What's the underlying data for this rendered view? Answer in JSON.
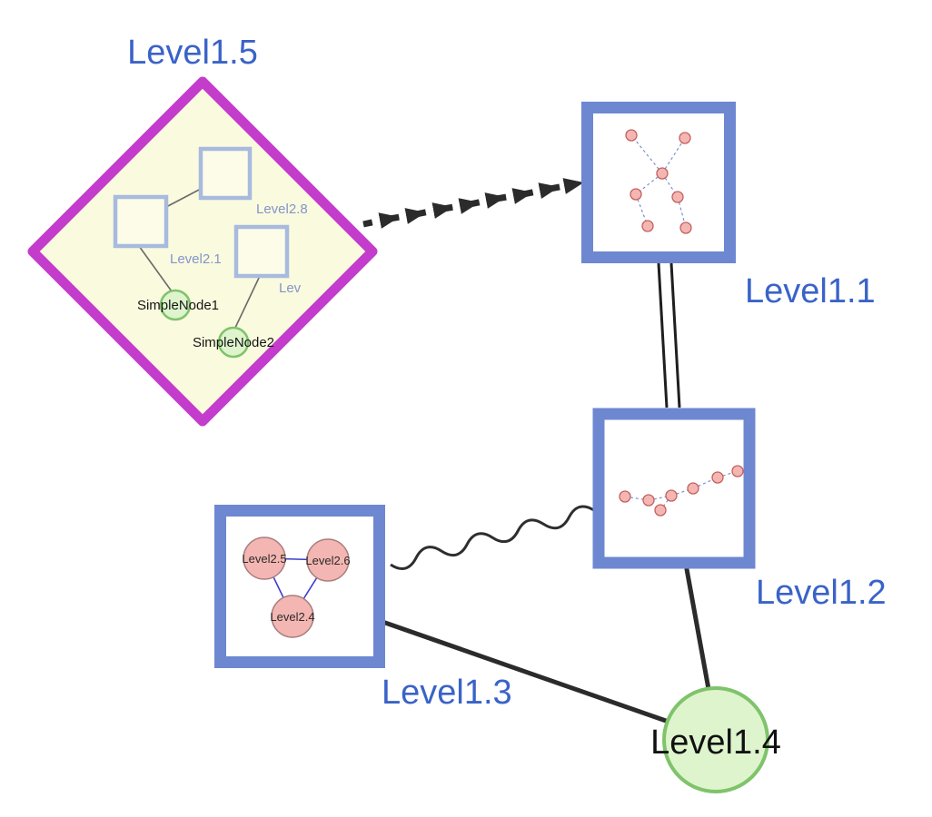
{
  "colors": {
    "label-blue": "#3a63c8",
    "text-dark": "#111111",
    "node-border": "#6d87d1",
    "inner-border": "#a8bade",
    "diamond-stroke": "#c43ccc",
    "diamond-fill": "#fafade",
    "inner-square-fill": "#fcfce8",
    "green-fill": "#def4cd",
    "green-stroke": "#7fc36b",
    "pink-fill": "#f4b6b2",
    "pink-stroke": "#c4615c",
    "mini-edge": "#7d8fd0",
    "blue-edge": "#3c3ccc",
    "gray-edge": "#6a6a6a",
    "edge-dark": "#2b2b2b",
    "small-label-blue": "#8395cb"
  },
  "nodes": {
    "level15": {
      "label": "Level1.5",
      "shape": "diamond"
    },
    "level11": {
      "label": "Level1.1",
      "shape": "square"
    },
    "level12": {
      "label": "Level1.2",
      "shape": "square"
    },
    "level13": {
      "label": "Level1.3",
      "shape": "square"
    },
    "level14": {
      "label": "Level1.4",
      "shape": "circle"
    }
  },
  "level15_children": {
    "square_top": "Level2.8",
    "square_left": "Level2.1",
    "square_right": "Lev",
    "green1": "SimpleNode1",
    "green2": "SimpleNode2"
  },
  "level13_children": {
    "left": "Level2.5",
    "right": "Level2.6",
    "bottom": "Level2.4"
  }
}
